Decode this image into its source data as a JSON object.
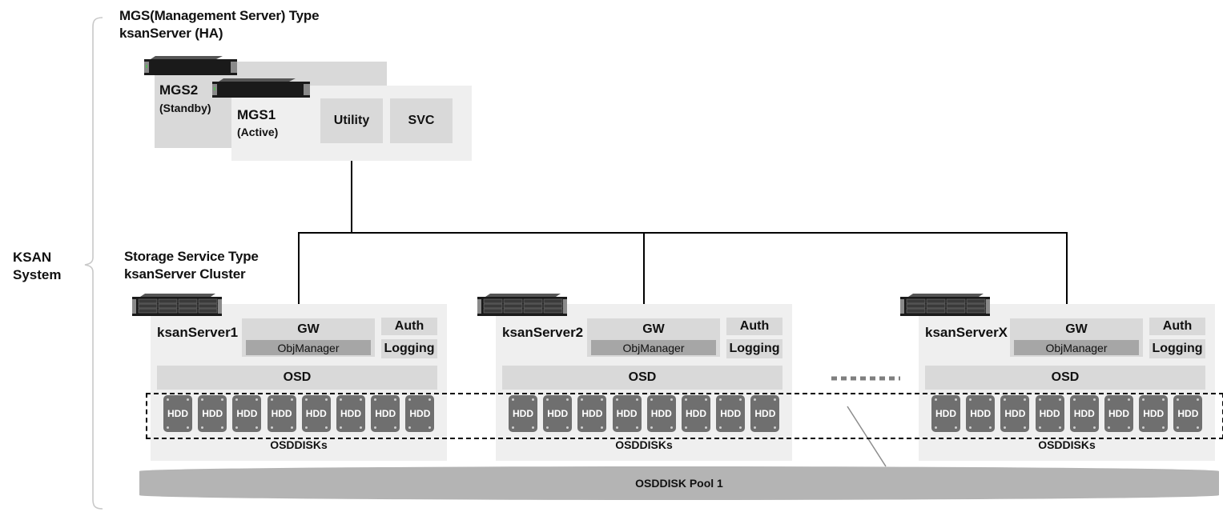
{
  "system_label": {
    "line1": "KSAN",
    "line2": "System"
  },
  "mgs_section": {
    "title_line1": "MGS(Management Server) Type",
    "title_line2": "ksanServer (HA)"
  },
  "mgs2": {
    "name": "MGS2",
    "status": "(Standby)"
  },
  "mgs1": {
    "name": "MGS1",
    "status": "(Active)",
    "services": [
      "Utility",
      "SVC"
    ]
  },
  "storage_section": {
    "title_line1": "Storage Service Type",
    "title_line2": "ksanServer Cluster"
  },
  "servers": [
    {
      "name": "ksanServer1",
      "gw": "GW",
      "obj_manager": "ObjManager",
      "auth": "Auth",
      "logging": "Logging",
      "osd": "OSD",
      "disk_caption": "OSDDISKs"
    },
    {
      "name": "ksanServer2",
      "gw": "GW",
      "obj_manager": "ObjManager",
      "auth": "Auth",
      "logging": "Logging",
      "osd": "OSD",
      "disk_caption": "OSDDISKs"
    },
    {
      "name": "ksanServerX",
      "gw": "GW",
      "obj_manager": "ObjManager",
      "auth": "Auth",
      "logging": "Logging",
      "osd": "OSD",
      "disk_caption": "OSDDISKs"
    }
  ],
  "disk_label": "HDD",
  "disks_per_server": 8,
  "pool_label": "OSDDISK Pool 1",
  "colors": {
    "panel": "#efefef",
    "box": "#d9d9d9",
    "dark_box": "#a6a6a6",
    "hdd": "#6f6f6f",
    "line": "#000000"
  }
}
